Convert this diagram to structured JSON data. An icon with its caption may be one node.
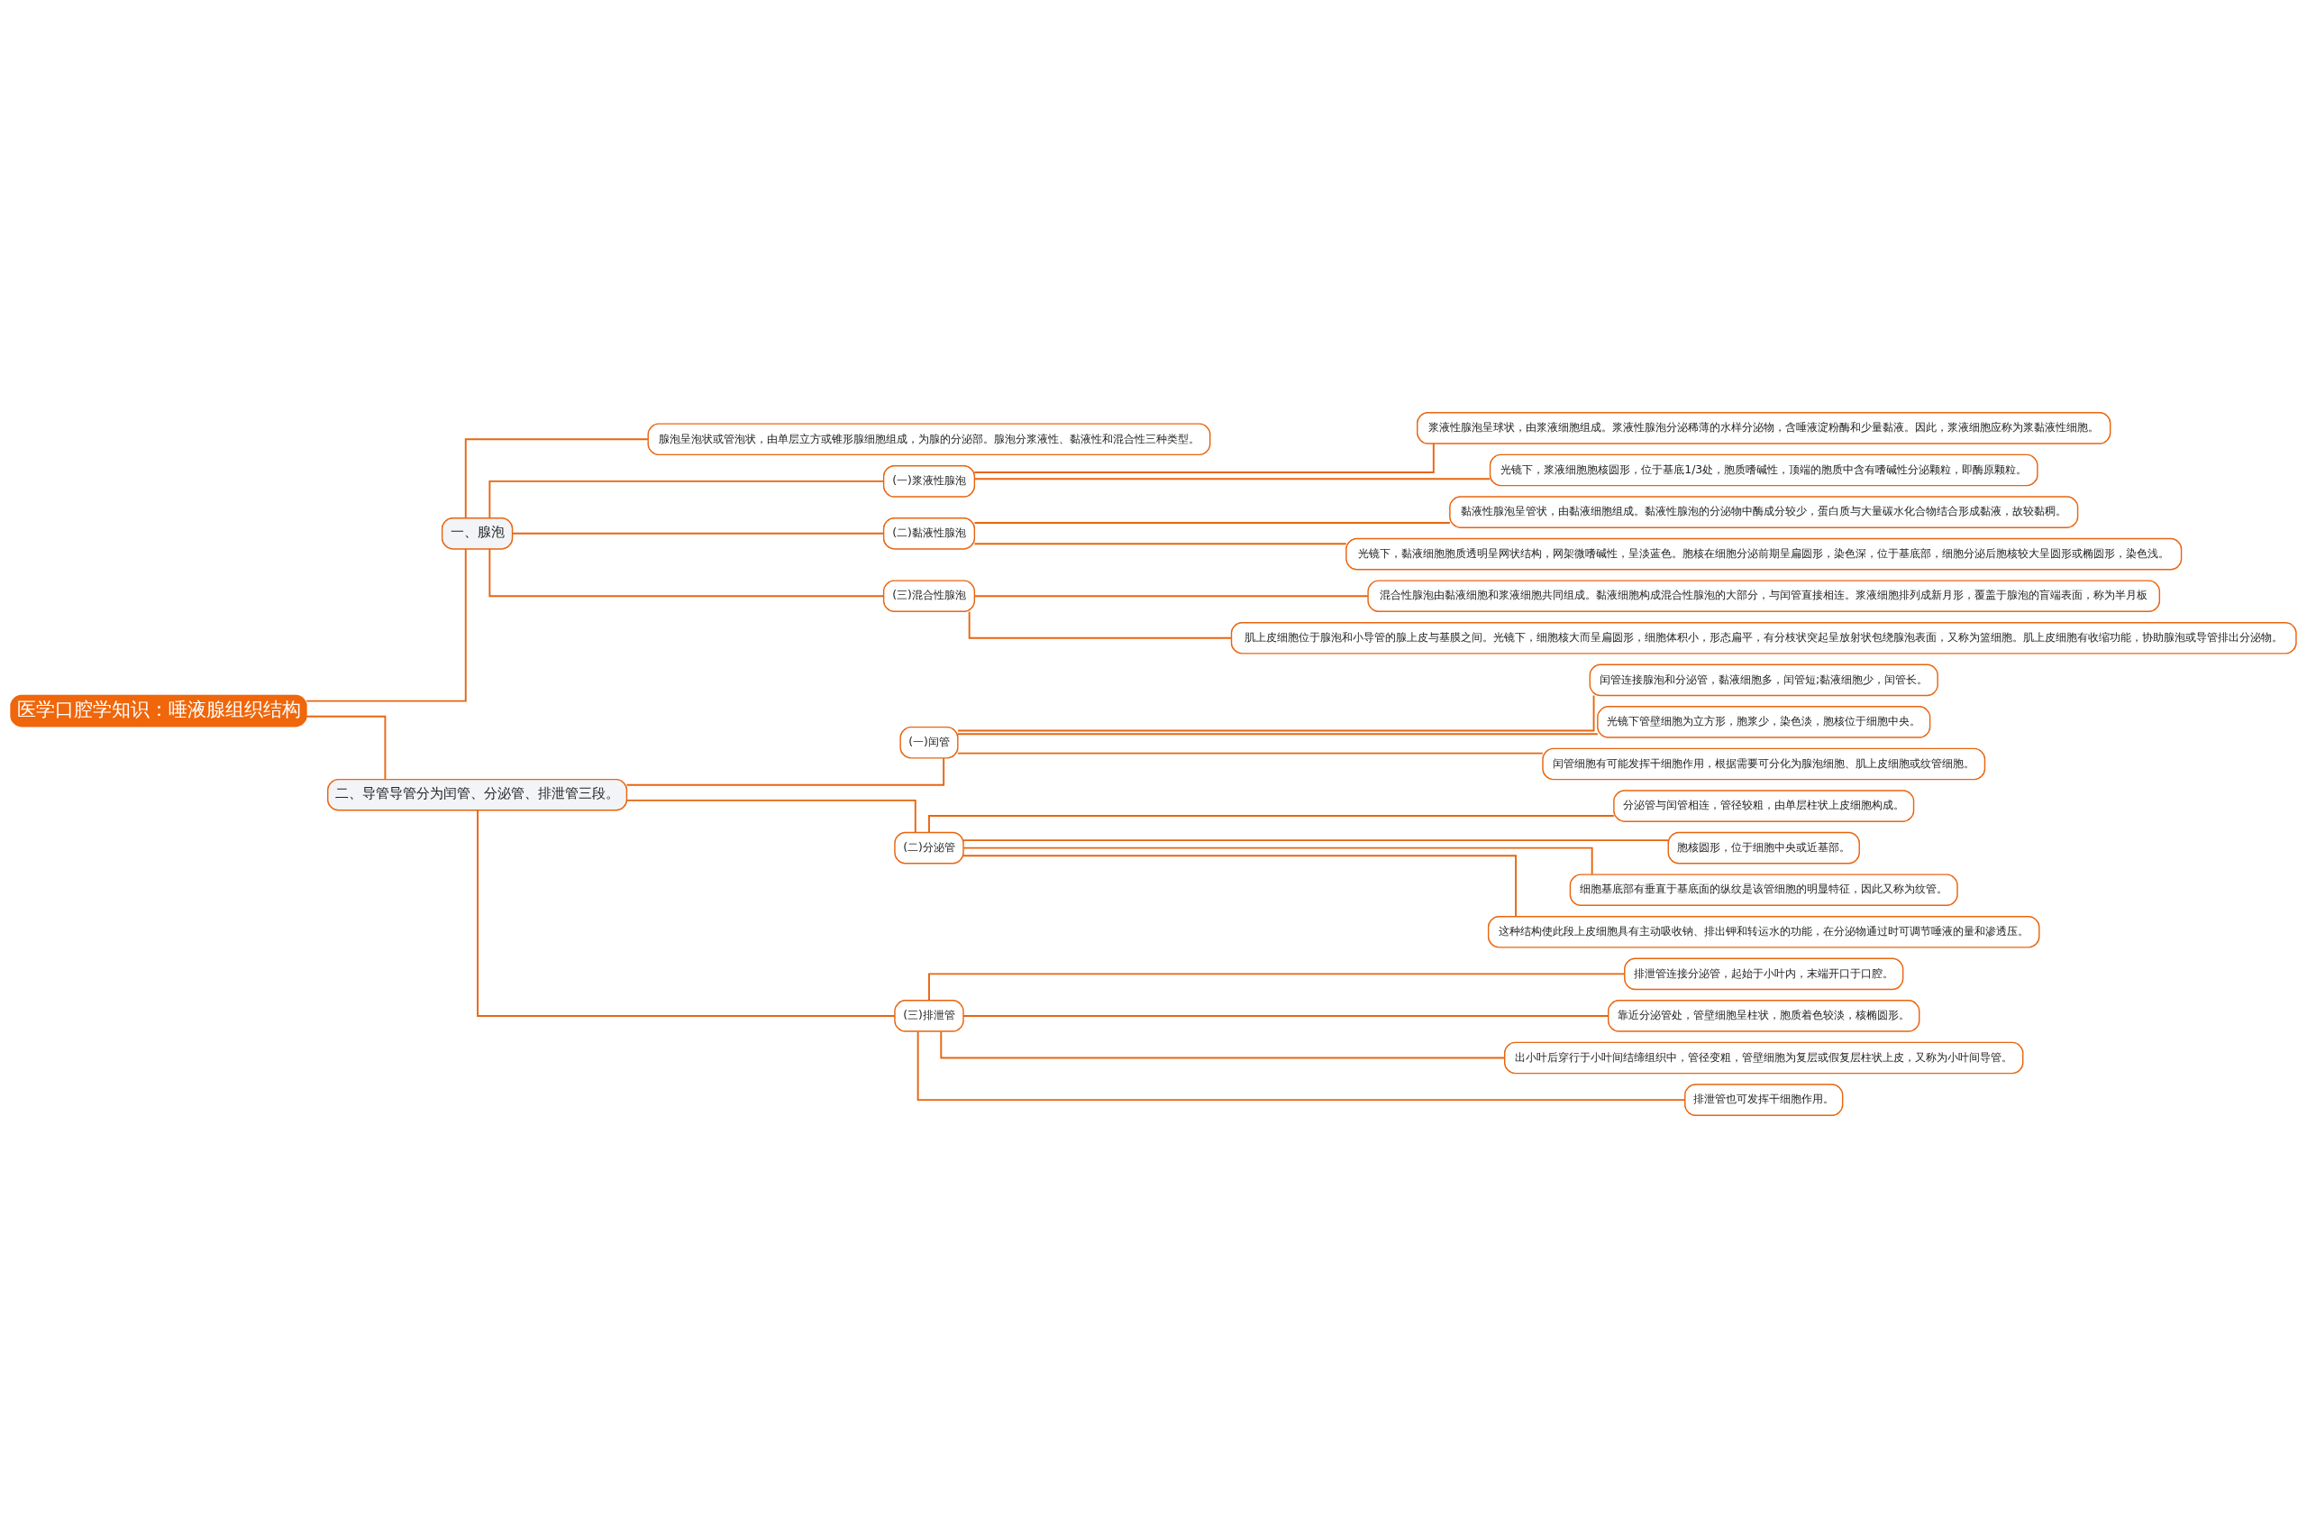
{
  "diagram": {
    "nodes": [
      {
        "text": [
          "医学口腔学知识：唾液腺组织结构"
        ]
      },
      {
        "text": [
          "一、腺泡"
        ]
      },
      {
        "text": [
          "腺泡呈泡状或管泡状，由单层立方或锥形腺细胞组成，为腺的分泌部。腺泡分浆液性、黏液性和混合性三种类型。"
        ]
      },
      {
        "text": [
          "(一)浆液性腺泡"
        ]
      },
      {
        "text": [
          "浆液性腺泡呈球状，由浆液细胞组成。浆液性腺泡分泌稀薄的水样分泌物，含唾液淀粉酶和少量黏液。因此，浆液细胞应称为浆黏液性细胞。"
        ]
      },
      {
        "text": [
          "光镜下，浆液细胞胞核圆形，位于基底1/3处，胞质嗜碱性，顶端的胞质中含有嗜碱性分泌颗粒，即酶原颗粒。"
        ]
      },
      {
        "text": [
          "(二)黏液性腺泡"
        ]
      },
      {
        "text": [
          "黏液性腺泡呈管状，由黏液细胞组成。黏液性腺泡的分泌物中酶成分较少，蛋白质与大量碳水化合物结合形成黏液，故较黏稠。"
        ]
      },
      {
        "text": [
          "光镜下，黏液细胞胞质透明呈网状结构，网架微嗜碱性，呈淡蓝色。胞核在细胞分泌前期呈扁圆形，染色深，位于基底部，细胞分泌后胞核较大呈圆形或椭圆形，染色浅。"
        ]
      },
      {
        "text": [
          "(三)混合性腺泡"
        ]
      },
      {
        "text": [
          "混合性腺泡由黏液细胞和浆液细胞共同组成。黏液细胞构成混合性腺泡的大部分，与闰管直接相连。浆液细胞排列成新月形，覆盖于腺泡的盲端表面，称为半月板"
        ]
      },
      {
        "text": [
          "肌上皮细胞位于腺泡和小导管的腺上皮与基膜之间。光镜下，细胞核大而呈扁圆形，细胞体积小，形态扁平，有分枝状突起呈放射状包绕腺泡表面，又称为篮细胞。肌上皮细胞有收缩功能，协助腺泡或导管排出分泌物。"
        ]
      },
      {
        "text": [
          "二、导管导管分为闰管、分泌管、排泄管三段。"
        ]
      },
      {
        "text": [
          "(一)闰管"
        ]
      },
      {
        "text": [
          "闰管连接腺泡和分泌管，黏液细胞多，闰管短;黏液细胞少，闰管长。"
        ]
      },
      {
        "text": [
          "光镜下管壁细胞为立方形，胞浆少，染色淡，胞核位于细胞中央。"
        ]
      },
      {
        "text": [
          "闰管细胞有可能发挥干细胞作用，根据需要可分化为腺泡细胞、肌上皮细胞或纹管细胞。"
        ]
      },
      {
        "text": [
          "(二)分泌管"
        ]
      },
      {
        "text": [
          "分泌管与闰管相连，管径较粗，由单层柱状上皮细胞构成。"
        ]
      },
      {
        "text": [
          "胞核圆形，位于细胞中央或近基部。"
        ]
      },
      {
        "text": [
          "细胞基底部有垂直于基底面的纵纹是该管细胞的明显特征，因此又称为纹管。"
        ]
      },
      {
        "text": [
          "这种结构使此段上皮细胞具有主动吸收钠、排出钾和转运水的功能，在分泌物通过时可调节唾液的量和渗透压。"
        ]
      },
      {
        "text": [
          "(三)排泄管"
        ]
      },
      {
        "text": [
          "排泄管连接分泌管，起始于小叶内，末端开口于口腔。"
        ]
      },
      {
        "text": [
          "靠近分泌管处，管壁细胞呈柱状，胞质着色较淡，核椭圆形。"
        ]
      },
      {
        "text": [
          "出小叶后穿行于小叶间结缔组织中，管径变粗，管壁细胞为复层或假复层柱状上皮，又称为小叶间导管。"
        ]
      },
      {
        "text": [
          "排泄管也可发挥干细胞作用。"
        ]
      }
    ],
    "edges": [
      {
        "from": 0,
        "to": 1,
        "arrow": "none"
      },
      {
        "from": 1,
        "to": 2,
        "arrow": "none"
      },
      {
        "from": 1,
        "to": 3,
        "arrow": "none"
      },
      {
        "from": 3,
        "to": 4,
        "arrow": "none"
      },
      {
        "from": 3,
        "to": 5,
        "arrow": "none"
      },
      {
        "from": 1,
        "to": 6,
        "arrow": "none"
      },
      {
        "from": 6,
        "to": 7,
        "arrow": "none"
      },
      {
        "from": 6,
        "to": 8,
        "arrow": "none"
      },
      {
        "from": 1,
        "to": 9,
        "arrow": "none"
      },
      {
        "from": 9,
        "to": 10,
        "arrow": "none"
      },
      {
        "from": 9,
        "to": 11,
        "arrow": "none"
      },
      {
        "from": 0,
        "to": 12,
        "arrow": "none"
      },
      {
        "from": 12,
        "to": 13,
        "arrow": "none"
      },
      {
        "from": 13,
        "to": 14,
        "arrow": "none"
      },
      {
        "from": 13,
        "to": 15,
        "arrow": "none"
      },
      {
        "from": 13,
        "to": 16,
        "arrow": "none"
      },
      {
        "from": 12,
        "to": 17,
        "arrow": "none"
      },
      {
        "from": 17,
        "to": 18,
        "arrow": "none"
      },
      {
        "from": 17,
        "to": 19,
        "arrow": "none"
      },
      {
        "from": 17,
        "to": 20,
        "arrow": "none"
      },
      {
        "from": 17,
        "to": 21,
        "arrow": "none"
      },
      {
        "from": 12,
        "to": 22,
        "arrow": "none"
      },
      {
        "from": 22,
        "to": 23,
        "arrow": "none"
      },
      {
        "from": 22,
        "to": 24,
        "arrow": "none"
      },
      {
        "from": 22,
        "to": 25,
        "arrow": "none"
      },
      {
        "from": 22,
        "to": 26,
        "arrow": "none"
      }
    ]
  }
}
